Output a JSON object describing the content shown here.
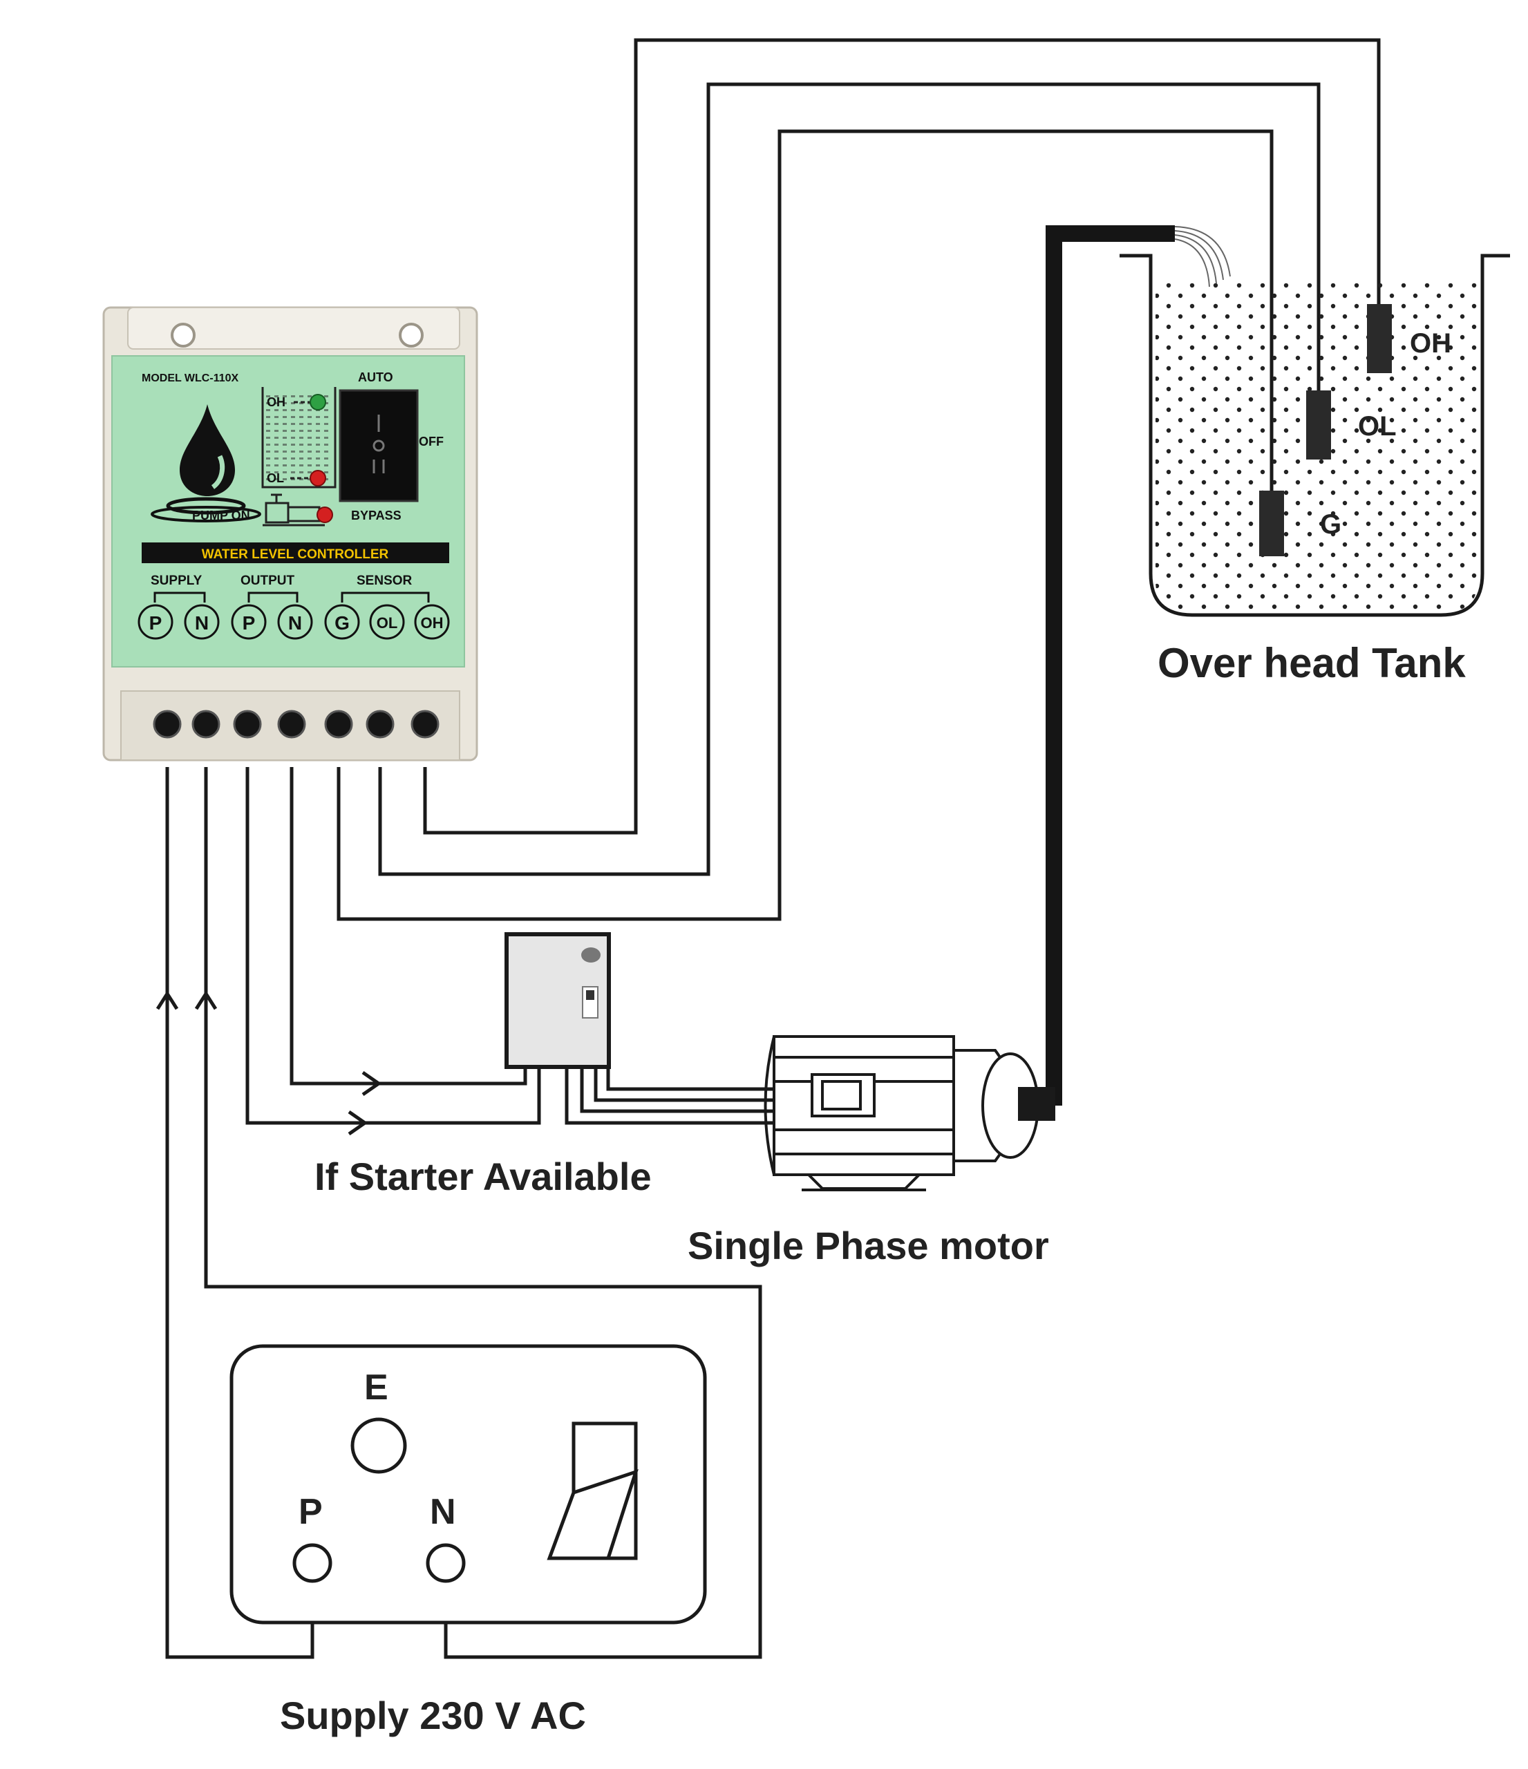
{
  "colors": {
    "controller_panel": "#a9dfb9",
    "controller_body": "#eae6dc",
    "wire": "#1a1a1a",
    "led_green": "#2ea043",
    "led_red": "#d42020",
    "title_bar": "#111111",
    "title_text": "#f2c200"
  },
  "controller": {
    "model": "MODEL WLC-110X",
    "title": "WATER LEVEL CONTROLLER",
    "switch_labels": {
      "auto": "AUTO",
      "off": "OFF",
      "bypass": "BYPASS"
    },
    "pump_on": "PUMP ON",
    "level_labels": {
      "oh": "OH",
      "ol": "OL"
    },
    "groups": {
      "supply": "SUPPLY",
      "output": "OUTPUT",
      "sensor": "SENSOR"
    },
    "terminals": [
      "P",
      "N",
      "P",
      "N",
      "G",
      "OL",
      "OH"
    ]
  },
  "tank": {
    "label": "Over head Tank",
    "probes": {
      "oh": "OH",
      "ol": "OL",
      "g": "G"
    }
  },
  "starter": {
    "label": "If Starter Available"
  },
  "motor": {
    "label": "Single Phase motor"
  },
  "supply": {
    "label": "Supply 230 V AC",
    "pins": {
      "e": "E",
      "p": "P",
      "n": "N"
    }
  }
}
